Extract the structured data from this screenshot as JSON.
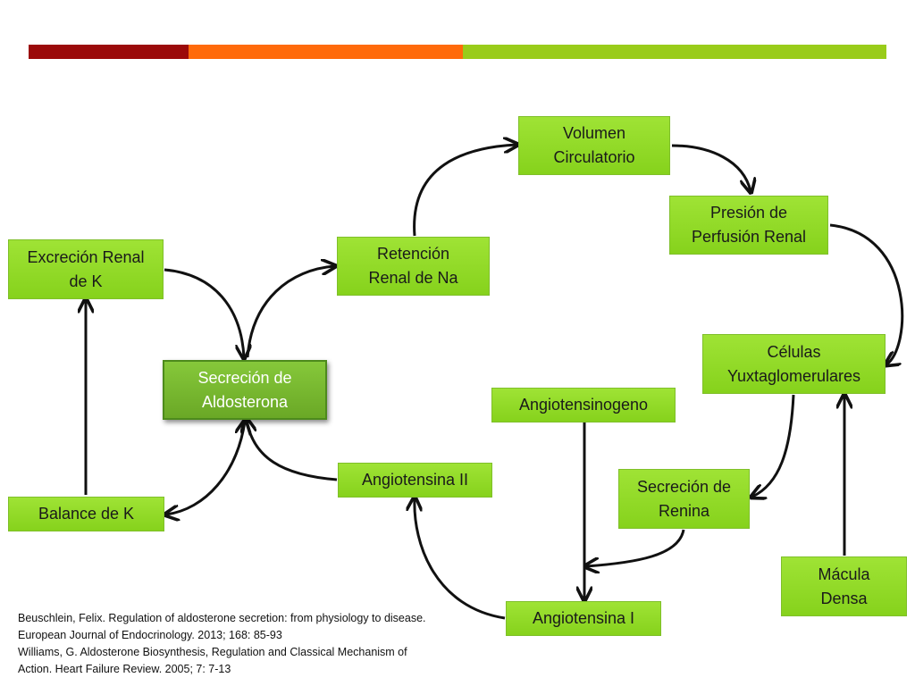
{
  "header_bar": {
    "colors": [
      "#9b0a0a",
      "#ff6a0a",
      "#99cc1a"
    ]
  },
  "colors": {
    "node_fill": "#8ed828",
    "node_border": "#7fbf2a",
    "selected_fill": "#78b832",
    "arrow": "#111111"
  },
  "nodes": {
    "volumen": "Volumen\nCirculatorio",
    "presion": "Presión de\nPerfusión Renal",
    "excrecion": "Excreción Renal\nde K",
    "retencion": "Retención\nRenal de Na",
    "celulas": "Células\nYuxtaglomerulares",
    "secrecion_aldo": "Secreción de\nAldosterona",
    "angiotensinogeno": "Angiotensinogeno",
    "angiotensina2": "Angiotensina II",
    "secrecion_renina": "Secreción de\nRenina",
    "balance": "Balance de K",
    "macula": "Mácula\nDensa",
    "angiotensina1": "Angiotensina I"
  },
  "references": [
    "Beuschlein, Felix. Regulation of aldosterone secretion: from physiology to disease. European Journal of Endocrinology. 2013; 168: 85-93",
    "Williams, G. Aldosterone Biosynthesis, Regulation and Classical Mechanism of Action. Heart Failure Review. 2005; 7: 7-13"
  ]
}
